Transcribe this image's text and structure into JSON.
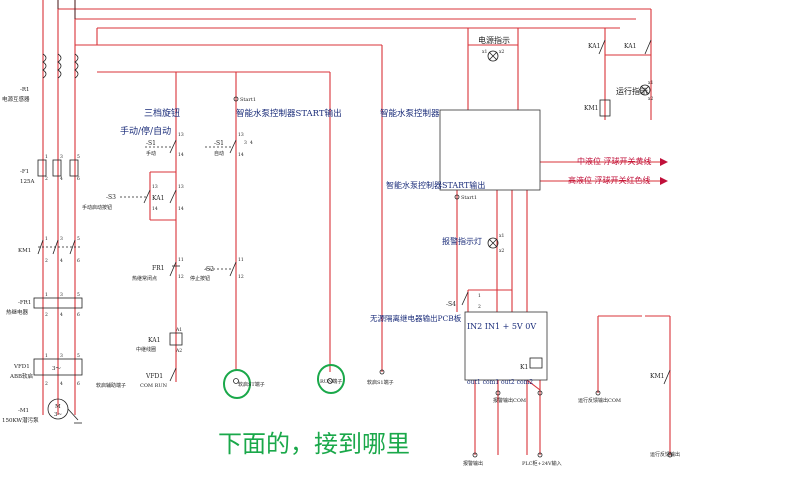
{
  "power_labels": {
    "r1": "-R1",
    "r1_desc": "电源互感器",
    "f1": "-F1",
    "f1_desc": "125A",
    "km1": "KM1",
    "fr1": "-FR1",
    "fr1_desc": "热继电器",
    "vfd1": "VFD1",
    "vfd1_desc": "ABB软启",
    "vfd_box": "3～",
    "m1": "-M1",
    "m1_desc": "150KW潜污泵",
    "motor_text": "M",
    "motor_phase": "3~"
  },
  "terminal_nums": [
    "1",
    "3",
    "5",
    "2",
    "4",
    "6",
    "1",
    "3",
    "5",
    "2",
    "4",
    "6",
    "1",
    "3",
    "5",
    "2",
    "4",
    "6",
    "1",
    "3",
    "5",
    "2",
    "4",
    "6"
  ],
  "control_labels": {
    "selector_title": "三档旋钮",
    "selector_modes": "手动/停/自动",
    "s1a": "-S1",
    "s1a_desc": "手动",
    "s1b": "-S1",
    "s1b_desc": "自动",
    "s3": "-S3",
    "s3_desc": "手动启动按钮",
    "ka1": "KA1",
    "fr1": "FR1",
    "fr1_desc": "热继常闭点",
    "s2": "-S2",
    "s2_desc": "停止按钮",
    "ka1_coil": "KA1",
    "ka1_coil_desc": "中继线圈",
    "vfd1": "VFD1",
    "vfd1_desc": "软启辅助端子",
    "vfd_terms": "COM  RUN",
    "start_out": "智能水泵控制器START输出",
    "start1": "Start1",
    "contact_nums": [
      "13",
      "14",
      "13",
      "14",
      "13",
      "14",
      "11",
      "12",
      "11",
      "12",
      "A1",
      "A2",
      "13",
      "14",
      "3",
      "4",
      "1",
      "2"
    ]
  },
  "right_labels": {
    "power_ind": "电源指示",
    "controller": "智能水泵控制器",
    "start_out": "智能水泵控制器START输出",
    "start1": "Start1",
    "mid_level": "中液位 浮球开关黄线",
    "high_level": "高液位 浮球开关红色线",
    "alarm_ind": "报警指示灯",
    "s4": "-S4",
    "relay_board": "无源隔离继电器输出PCB板",
    "board_pins": "IN2  IN1  + 5V  0V",
    "k1": "K1",
    "board_out": "out1 com1    out2  com2",
    "alarm_out_com": "报警输出COM",
    "run_fb_com": "运行反馈输出COM",
    "alarm_out": "报警输出",
    "plc_side": "PLC柜+24V输入",
    "run_fb_out": "运行反馈输出",
    "run_ind": "运行指示",
    "ka1_top1": "KA1",
    "ka1_top2": "KA1",
    "km1_coil": "KM1",
    "km1_right": "KM1",
    "x1": "x1",
    "x2": "x2"
  },
  "bottom_labels": {
    "soft_start_term": "软启S1端子",
    "circle_a": "软启ST端子",
    "circle_b": "RUN端子",
    "handwriting": "下面的，接到哪里"
  }
}
